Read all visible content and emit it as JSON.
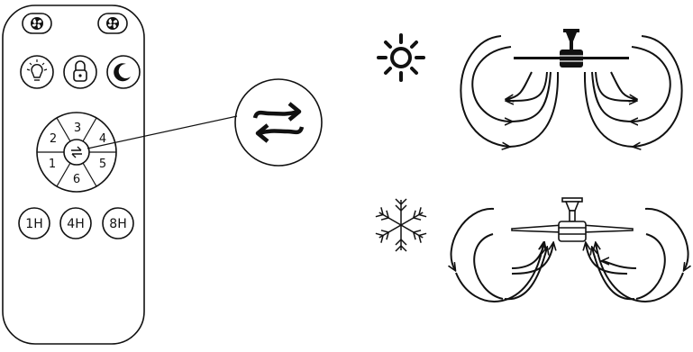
{
  "remote": {
    "speed_buttons": [
      "1",
      "2",
      "3",
      "4",
      "5",
      "6"
    ],
    "timer_buttons": [
      "1H",
      "4H",
      "8H"
    ],
    "icons": [
      "fan-icon",
      "fan-icon",
      "light-bulb-icon",
      "lock-icon",
      "moon-icon",
      "reverse-icon"
    ]
  },
  "callout": {
    "icon": "reverse-icon"
  },
  "modes": [
    {
      "name": "summer",
      "icon": "sun-icon"
    },
    {
      "name": "winter",
      "icon": "snowflake-icon"
    }
  ],
  "colors": {
    "line": "#111111",
    "background": "#ffffff"
  }
}
